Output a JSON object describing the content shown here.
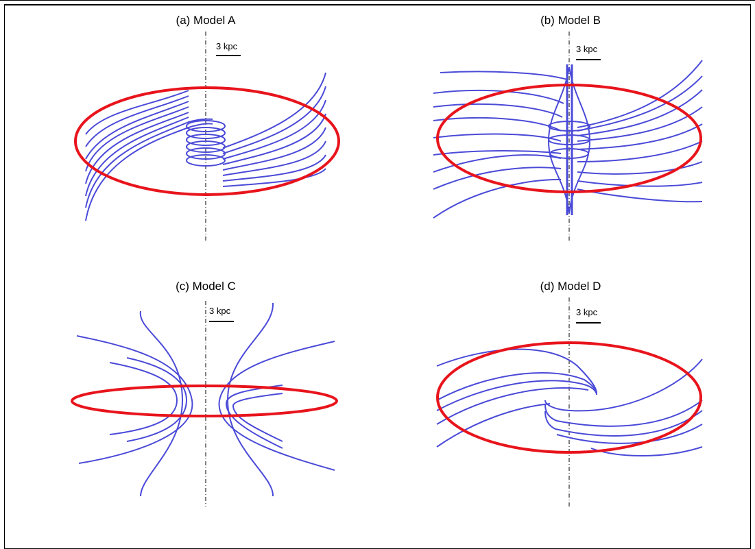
{
  "scale_label": "3 kpc",
  "colors": {
    "disk": "#e8141c",
    "field": "#4a4ad8",
    "axis": "#000000"
  },
  "panels": [
    {
      "id": "a",
      "title": "(a) Model A"
    },
    {
      "id": "b",
      "title": "(b) Model B"
    },
    {
      "id": "c",
      "title": "(c) Model C"
    },
    {
      "id": "d",
      "title": "(d) Model D"
    }
  ]
}
